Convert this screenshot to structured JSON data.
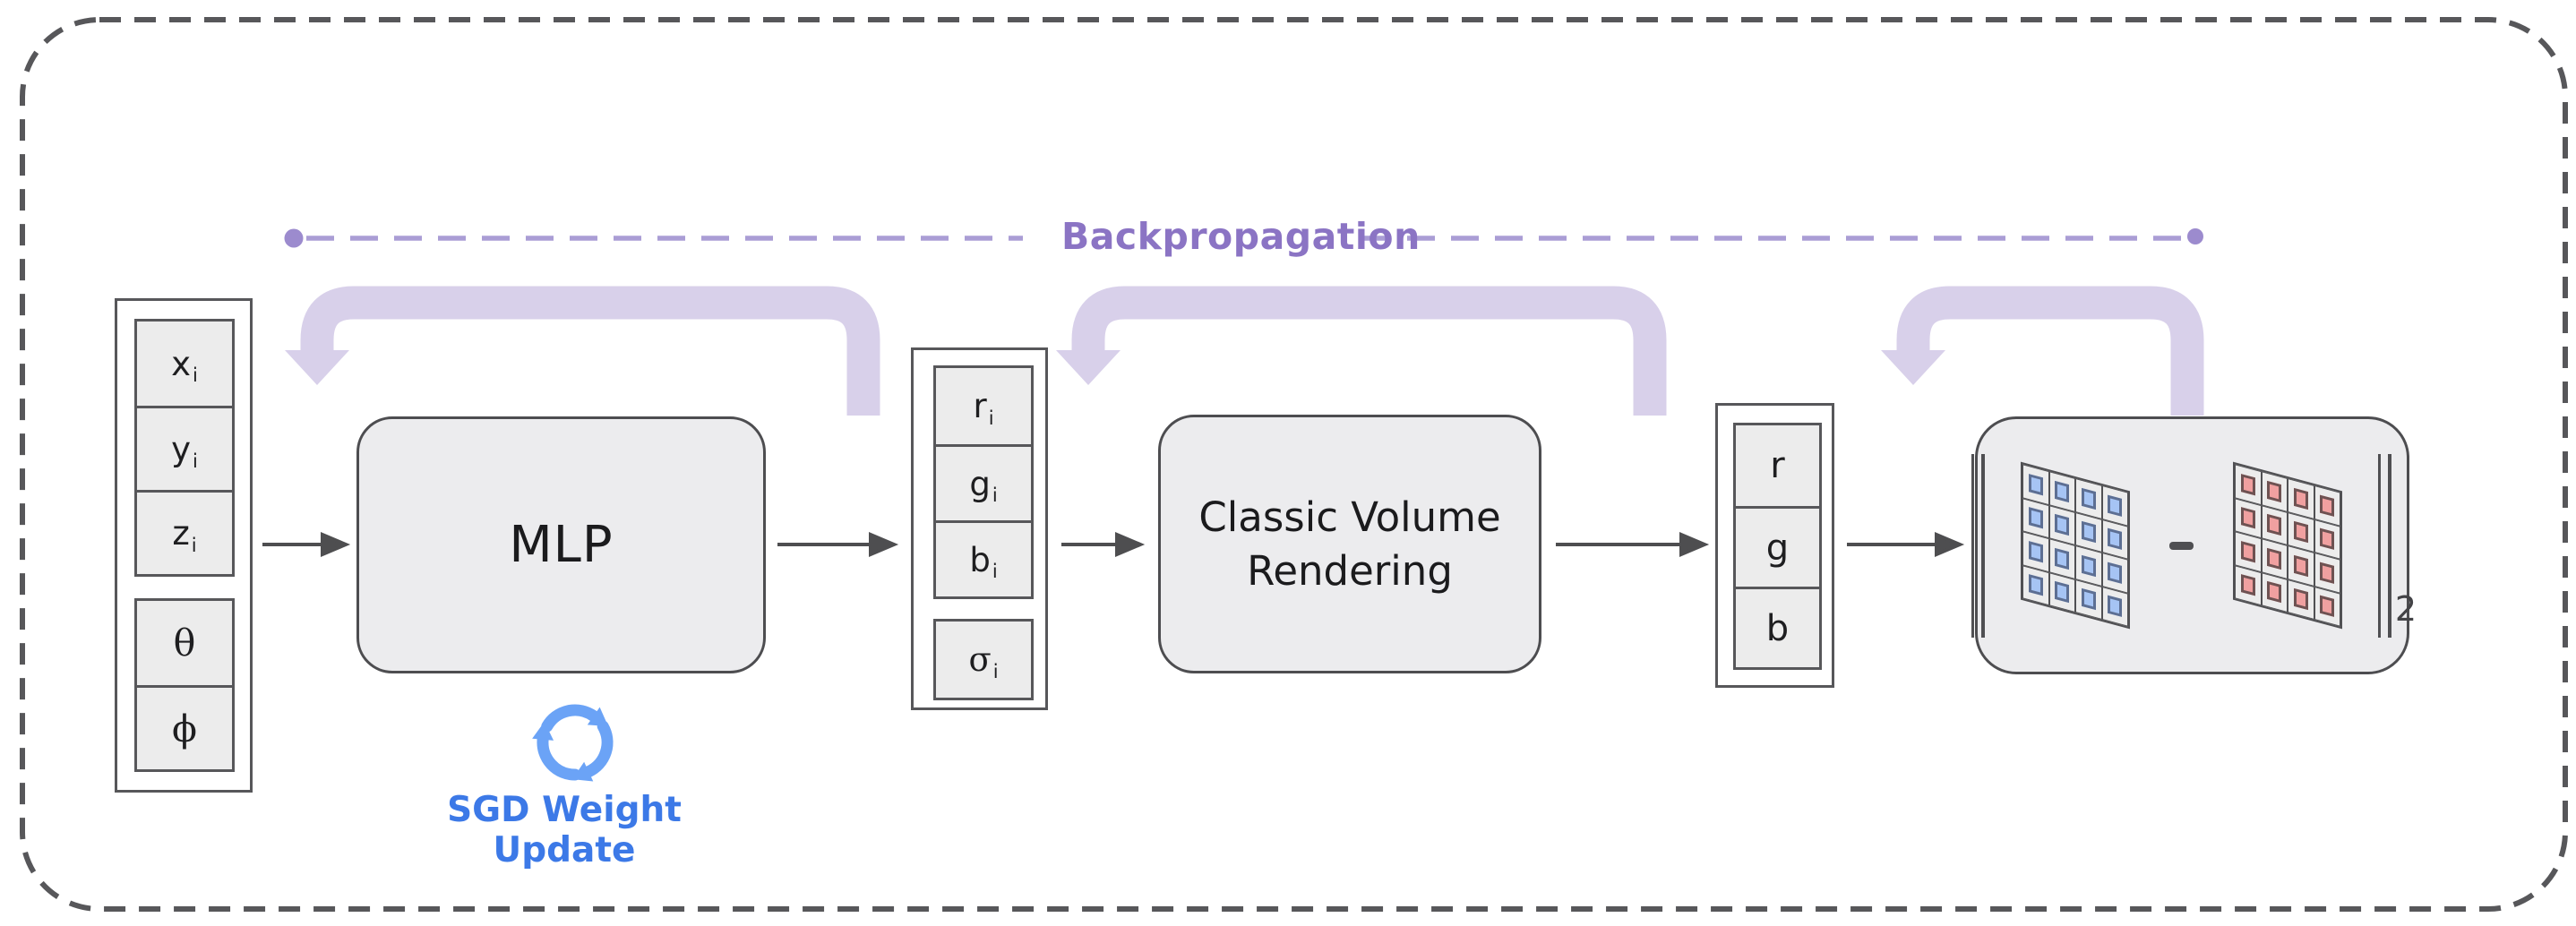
{
  "diagram": {
    "title_flow": "NeRF training pipeline",
    "backprop": {
      "label": "Backpropagation"
    },
    "sgd": {
      "label": "SGD Weight Update"
    },
    "input_vector": {
      "cells": [
        {
          "main": "x",
          "sub": "i"
        },
        {
          "main": "y",
          "sub": "i"
        },
        {
          "main": "z",
          "sub": "i"
        },
        {
          "main": "θ",
          "sub": ""
        },
        {
          "main": "ϕ",
          "sub": ""
        }
      ]
    },
    "mlp": {
      "label": "MLP"
    },
    "radiance_vector": {
      "cells": [
        {
          "main": "r",
          "sub": "i"
        },
        {
          "main": "g",
          "sub": "i"
        },
        {
          "main": "b",
          "sub": "i"
        },
        {
          "main": "σ",
          "sub": "i"
        }
      ]
    },
    "volume_rendering": {
      "label_line1": "Classic Volume",
      "label_line2": "Rendering"
    },
    "rgb_vector": {
      "cells": [
        {
          "main": "r"
        },
        {
          "main": "g"
        },
        {
          "main": "b"
        }
      ]
    },
    "loss": {
      "minus_sign": "",
      "norm_subscript": "2",
      "left_grid": "rendered-image 4x4 patch (blue)",
      "right_grid": "ground-truth-image 4x4 patch (red)"
    },
    "colors": {
      "frame_gray": "#57575a",
      "box_border": "#4d4d50",
      "box_fill": "#ececee",
      "backprop_band": "#d8d0ea",
      "backprop_dash": "#aa9dd5",
      "backprop_dot": "#9c8bce",
      "backprop_text": "#8b74c4",
      "sgd_text": "#3c79e7",
      "sgd_icon_blue": "#6ba3f6",
      "blue_pixel": "#a6c4f4",
      "blue_pixel_border": "#5d6f93",
      "red_pixel": "#f0a0a0",
      "red_pixel_border": "#6e5252"
    }
  }
}
